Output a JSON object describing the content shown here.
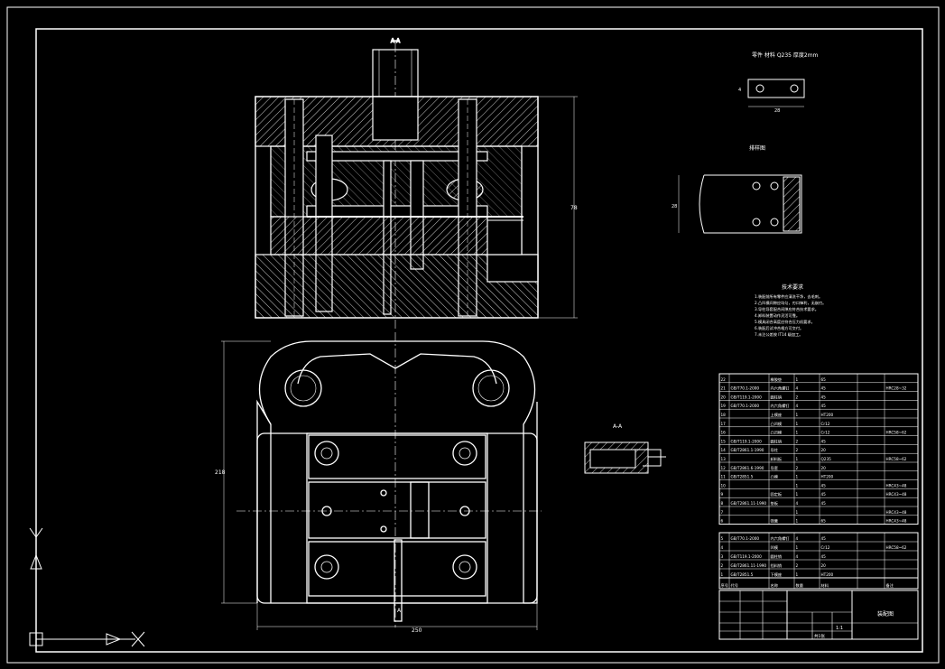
{
  "drawing": {
    "section_label_top": "A-A",
    "section_label_small": "A-A",
    "bottom_marker": "A",
    "dim_height_front": "78",
    "dim_height_plan": "218",
    "dim_width_plan": "250",
    "part1_title": "零件  材料 Q235  厚度2mm",
    "part1_dim_w": "28",
    "part1_dim_h": "4",
    "part2_title": "排样图",
    "part2_dim": "28",
    "notes_title": "技术要求",
    "notes": [
      "1.装配前所有零件应清洗干净，去毛刺。",
      "2.凸凹模间隙应均匀，刃口锋利，无崩刃。",
      "3.导柱导套配合间隙应符合技术要求。",
      "4.卸料装置动作灵活可靠。",
      "5.模具闭合高度应符合压力机要求。",
      "6.装配后试冲合格方可交付。",
      "7.未注公差按 IT14 级加工。"
    ]
  },
  "bom_upper": [
    [
      "22",
      "",
      "橡胶垫",
      "1",
      "65",
      ""
    ],
    [
      "21",
      "GB/T70.1-2000",
      "内六角螺钉",
      "4",
      "45",
      "HRC28~32"
    ],
    [
      "20",
      "GB/T119.1-2000",
      "圆柱销",
      "2",
      "45",
      ""
    ],
    [
      "19",
      "GB/T70.1-2000",
      "内六角螺钉",
      "4",
      "45",
      ""
    ],
    [
      "18",
      "",
      "上模座",
      "1",
      "HT200",
      ""
    ],
    [
      "17",
      "",
      "凸凹模",
      "1",
      "Cr12",
      ""
    ],
    [
      "16",
      "",
      "凸凹模",
      "1",
      "Cr12",
      "HRC58~62"
    ],
    [
      "15",
      "GB/T119.1-2000",
      "圆柱销",
      "2",
      "45",
      ""
    ],
    [
      "14",
      "GB/T2861.1-1990",
      "导柱",
      "2",
      "20",
      ""
    ],
    [
      "13",
      "",
      "卸料板",
      "1",
      "Q235",
      "HRC58~62"
    ],
    [
      "12",
      "GB/T2861.6-1990",
      "导套",
      "2",
      "20",
      ""
    ],
    [
      "11",
      "GB/T2851.5",
      "凸模",
      "1",
      "HT200",
      ""
    ],
    [
      "10",
      "",
      "",
      "1",
      "45",
      "HRC43~48"
    ],
    [
      "9",
      "",
      "固定板",
      "1",
      "45",
      "HRC43~48"
    ],
    [
      "8",
      "GB/T2861.11-1990",
      "垫板",
      "4",
      "45",
      ""
    ],
    [
      "7",
      "",
      "",
      "1",
      "",
      "HRC43~48"
    ],
    [
      "6",
      "",
      "弹簧",
      "1",
      "65",
      "HRC43~48"
    ]
  ],
  "bom_lower": [
    [
      "5",
      "GB/T70.1-2000",
      "内六角螺钉",
      "4",
      "45",
      ""
    ],
    [
      "4",
      "",
      "凹模",
      "1",
      "Cr12",
      "HRC58~62"
    ],
    [
      "3",
      "GB/T119.1-2000",
      "圆柱销",
      "4",
      "45",
      ""
    ],
    [
      "2",
      "GB/T2861.11-1990",
      "挡料销",
      "2",
      "20",
      ""
    ],
    [
      "1",
      "GB/T2851.5",
      "下模座",
      "1",
      "HT200",
      ""
    ]
  ],
  "bom_header": [
    "序号",
    "代号",
    "名称",
    "数量",
    "材料",
    "备注"
  ],
  "title_block": {
    "drawing_name": "装配图",
    "scale": "1:1",
    "sheet": "共1张"
  },
  "colors": {
    "line": "#ffffff",
    "background": "#000000"
  }
}
